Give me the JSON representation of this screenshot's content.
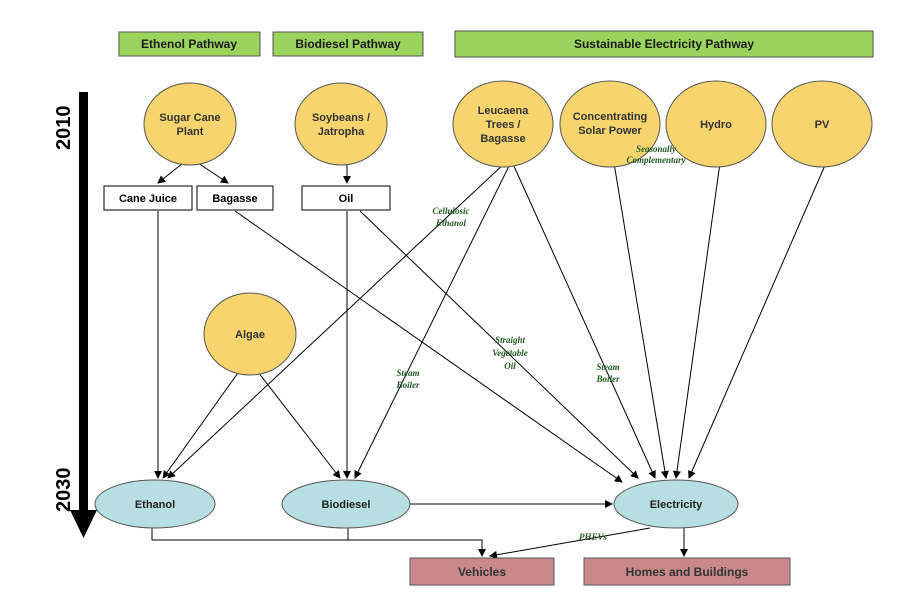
{
  "headers": {
    "ethanol": "Ethenol Pathway",
    "biodiesel": "Biodiesel Pathway",
    "electricity": "Sustainable Electricity Pathway"
  },
  "timeline": {
    "start": "2010",
    "end": "2030"
  },
  "sources": {
    "sugarcane": [
      "Sugar Cane",
      "Plant"
    ],
    "soybeans": [
      "Soybeans /",
      "Jatropha"
    ],
    "leucaena": [
      "Leucaena",
      "Trees /",
      "Bagasse"
    ],
    "csp": [
      "Concentrating",
      "Solar Power"
    ],
    "hydro": "Hydro",
    "pv": "PV",
    "algae": "Algae"
  },
  "intermediates": {
    "cane_juice": "Cane Juice",
    "bagasse": "Bagasse",
    "oil": "Oil"
  },
  "outputs": {
    "ethanol": "Ethanol",
    "biodiesel": "Biodiesel",
    "electricity": "Electricity"
  },
  "end_uses": {
    "vehicles": "Vehicles",
    "homes": "Homes and Buildings"
  },
  "edge_labels": {
    "seasonally": [
      "Seasonally",
      "Complementary"
    ],
    "cellulosic": [
      "Cellulosic",
      "Ethanol"
    ],
    "straight": [
      "Straight",
      "Vegetable",
      "Oil"
    ],
    "steam1": [
      "Steam",
      "Boiler"
    ],
    "steam2": [
      "Steam",
      "Boiler"
    ],
    "phev": "PHEVs"
  },
  "colors": {
    "header_fill": "#9bd35f",
    "source_fill": "#f7d46e",
    "output_fill": "#b7dfe3",
    "enduse_fill": "#c9898a",
    "label_text": "#1e5a1e"
  }
}
